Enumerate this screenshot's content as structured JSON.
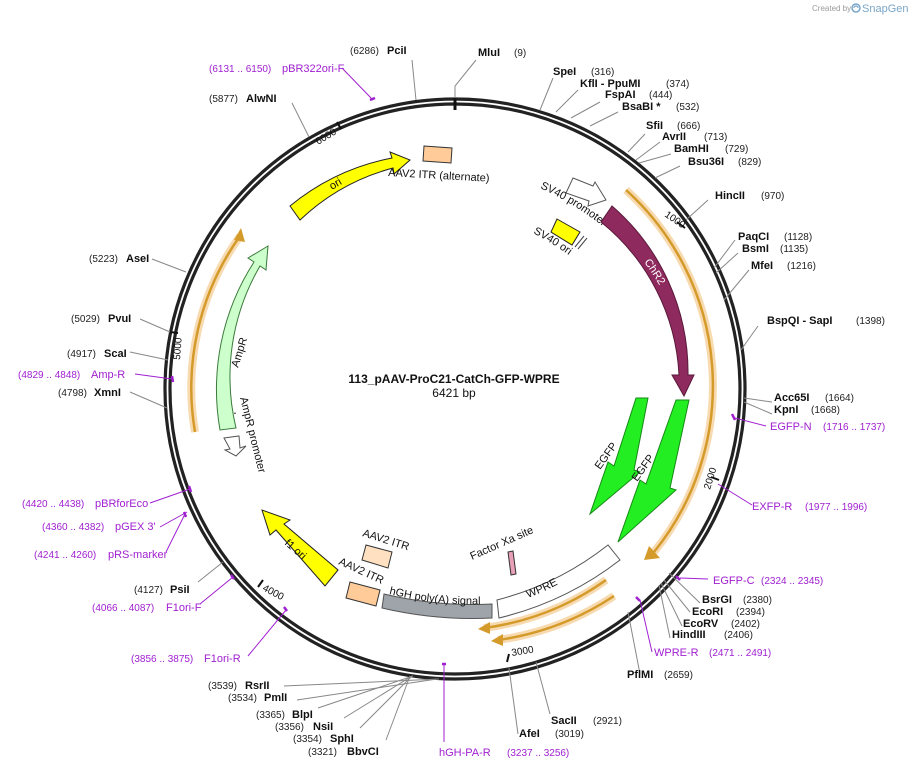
{
  "plasmid": {
    "name": "113_pAAV-ProC21-CatCh-GFP-WPRE",
    "size_label": "6421 bp",
    "length": 6421
  },
  "branding": {
    "created_by": "Created by",
    "app_name": "SnapGene"
  },
  "colors": {
    "backbone": "#222222",
    "primer": "#a020d0",
    "chr2": "#8e2a5e",
    "egfp": "#22ee22",
    "ori": "#ffff00",
    "ampr": "#ccffcc",
    "itr": "#ffcc99",
    "polya": "#9ea4aa",
    "orange_arrow": "#d49a2a",
    "orange_halo": "#f7dab0"
  },
  "ticks": [
    {
      "pos": 1000,
      "label": "1000"
    },
    {
      "pos": 2000,
      "label": "2000"
    },
    {
      "pos": 3000,
      "label": "3000"
    },
    {
      "pos": 4000,
      "label": "4000"
    },
    {
      "pos": 5000,
      "label": "5000"
    },
    {
      "pos": 6000,
      "label": "6000"
    }
  ],
  "sites": [
    {
      "name": "MluI",
      "pos": "(9)",
      "bp": 9
    },
    {
      "name": "SpeI",
      "pos": "(316)",
      "bp": 316
    },
    {
      "name": "KflI - PpuMI",
      "pos": "(374)",
      "bp": 374
    },
    {
      "name": "FspAI",
      "pos": "(444)",
      "bp": 444
    },
    {
      "name": "BsaBI *",
      "pos": "(532)",
      "bp": 532
    },
    {
      "name": "SfiI",
      "pos": "(666)",
      "bp": 666
    },
    {
      "name": "AvrII",
      "pos": "(713)",
      "bp": 713
    },
    {
      "name": "BamHI",
      "pos": "(729)",
      "bp": 729
    },
    {
      "name": "Bsu36I",
      "pos": "(829)",
      "bp": 829
    },
    {
      "name": "HincII",
      "pos": "(970)",
      "bp": 970
    },
    {
      "name": "PaqCI",
      "pos": "(1128)",
      "bp": 1128
    },
    {
      "name": "BsmI",
      "pos": "(1135)",
      "bp": 1135
    },
    {
      "name": "MfeI",
      "pos": "(1216)",
      "bp": 1216
    },
    {
      "name": "BspQI - SapI",
      "pos": "(1398)",
      "bp": 1398
    },
    {
      "name": "Acc65I",
      "pos": "(1664)",
      "bp": 1664
    },
    {
      "name": "KpnI",
      "pos": "(1668)",
      "bp": 1668
    },
    {
      "name": "BsrGI",
      "pos": "(2380)",
      "bp": 2380
    },
    {
      "name": "EcoRI",
      "pos": "(2394)",
      "bp": 2394
    },
    {
      "name": "EcoRV",
      "pos": "(2402)",
      "bp": 2402
    },
    {
      "name": "HindIII",
      "pos": "(2406)",
      "bp": 2406
    },
    {
      "name": "PflMI",
      "pos": "(2659)",
      "bp": 2659
    },
    {
      "name": "SacII",
      "pos": "(2921)",
      "bp": 2921
    },
    {
      "name": "AfeI",
      "pos": "(3019)",
      "bp": 3019
    },
    {
      "name": "BbvCI",
      "pos": "(3321)",
      "bp": 3321
    },
    {
      "name": "SphI",
      "pos": "(3354)",
      "bp": 3354
    },
    {
      "name": "NsiI",
      "pos": "(3356)",
      "bp": 3356
    },
    {
      "name": "BlpI",
      "pos": "(3365)",
      "bp": 3365
    },
    {
      "name": "PmlI",
      "pos": "(3534)",
      "bp": 3534
    },
    {
      "name": "RsrII",
      "pos": "(3539)",
      "bp": 3539
    },
    {
      "name": "PsiI",
      "pos": "(4127)",
      "bp": 4127
    },
    {
      "name": "XmnI",
      "pos": "(4798)",
      "bp": 4798
    },
    {
      "name": "ScaI",
      "pos": "(4917)",
      "bp": 4917
    },
    {
      "name": "PvuI",
      "pos": "(5029)",
      "bp": 5029
    },
    {
      "name": "AseI",
      "pos": "(5223)",
      "bp": 5223
    },
    {
      "name": "AlwNI",
      "pos": "(5877)",
      "bp": 5877
    },
    {
      "name": "PciI",
      "pos": "(6286)",
      "bp": 6286
    }
  ],
  "primers": [
    {
      "name": "EGFP-N",
      "range": "(1716 .. 1737)"
    },
    {
      "name": "EXFP-R",
      "range": "(1977 .. 1996)"
    },
    {
      "name": "EGFP-C",
      "range": "(2324 .. 2345)"
    },
    {
      "name": "WPRE-R",
      "range": "(2471 .. 2491)"
    },
    {
      "name": "hGH-PA-R",
      "range": "(3237 .. 3256)"
    },
    {
      "name": "F1ori-R",
      "range": "(3856 .. 3875)"
    },
    {
      "name": "F1ori-F",
      "range": "(4066 .. 4087)"
    },
    {
      "name": "pRS-marker",
      "range": "(4241 .. 4260)"
    },
    {
      "name": "pGEX 3'",
      "range": "(4360 .. 4382)"
    },
    {
      "name": "pBRforEco",
      "range": "(4420 .. 4438)"
    },
    {
      "name": "Amp-R",
      "range": "(4829 .. 4848)"
    },
    {
      "name": "pBR322ori-F",
      "range": "(6131 .. 6150)"
    }
  ],
  "features": [
    {
      "name": "SV40 promoter"
    },
    {
      "name": "SV40 ori"
    },
    {
      "name": "ChR2"
    },
    {
      "name": "EGFP"
    },
    {
      "name": "EGFP"
    },
    {
      "name": "Factor Xa site"
    },
    {
      "name": "WPRE"
    },
    {
      "name": "hGH poly(A) signal"
    },
    {
      "name": "AAV2 ITR"
    },
    {
      "name": "AAV2 ITR"
    },
    {
      "name": "f1 ori"
    },
    {
      "name": "AmpR promoter"
    },
    {
      "name": "AmpR"
    },
    {
      "name": "ori"
    },
    {
      "name": "AAV2 ITR (alternate)"
    }
  ]
}
